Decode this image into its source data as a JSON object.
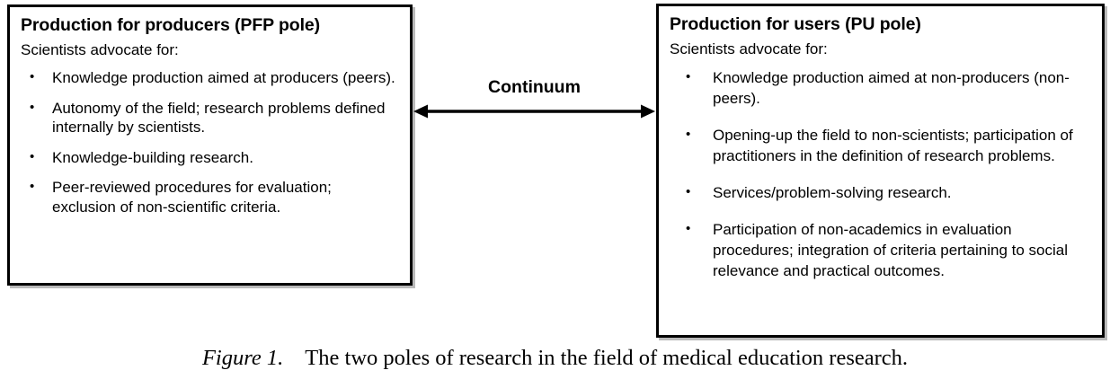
{
  "figure": {
    "caption_label": "Figure 1.",
    "caption_text": "The two poles of research in the field of medical education research."
  },
  "connector": {
    "label": "Continuum",
    "arrow": "double-headed-horizontal-arrow"
  },
  "colors": {
    "border": "#000000",
    "text": "#000000",
    "background": "#ffffff",
    "shadow": "#828282"
  },
  "poles": {
    "left": {
      "title": "Production for producers (PFP pole)",
      "intro": "Scientists advocate for:",
      "bullets": [
        "Knowledge production aimed at producers (peers).",
        "Autonomy of the field; research problems defined internally by scientists.",
        "Knowledge-building research.",
        "Peer-reviewed procedures for evaluation; exclusion of non-scientific criteria."
      ]
    },
    "right": {
      "title": "Production for users (PU pole)",
      "intro": "Scientists advocate for:",
      "bullets": [
        "Knowledge production aimed at non-producers (non-peers).",
        "Opening-up the field to non-scientists; participation of practitioners in the definition of research problems.",
        "Services/problem-solving research.",
        "Participation of non-academics in evaluation procedures; integration of criteria pertaining to social relevance and practical outcomes."
      ]
    }
  }
}
